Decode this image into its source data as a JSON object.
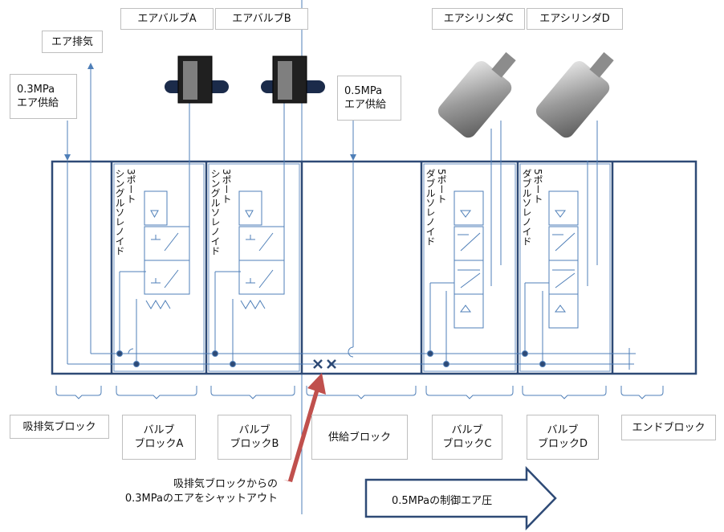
{
  "top_labels": {
    "valve_a": "エアバルブA",
    "valve_b": "エアバルブB",
    "cyl_c": "エアシリンダC",
    "cyl_d": "エアシリンダD",
    "exhaust": "エア排気",
    "supply_03": "0.3MPa\nエア供給",
    "supply_05": "0.5MPa\nエア供給"
  },
  "solenoid_labels": {
    "a": "3ポート\nシングルソレノイド",
    "b": "3ポート\nシングルソレノイド",
    "c": "5ポート\nダブルソレノイド",
    "d": "5ポート\nダブルソレノイド"
  },
  "blocks": [
    "吸排気ブロック",
    "バルブ\nブロックA",
    "バルブ\nブロックB",
    "供給ブロック",
    "バルブ\nブロックC",
    "バルブ\nブロックD",
    "エンドブロック"
  ],
  "shutoff_note": "吸排気ブロックからの\n0.3MPaのエアをシャットアウト",
  "control_arrow": "0.5MPaの制御エア圧",
  "colors": {
    "frame": "#2e4a76",
    "line": "#4f7fb8",
    "arrow_red": "#c0504d"
  }
}
